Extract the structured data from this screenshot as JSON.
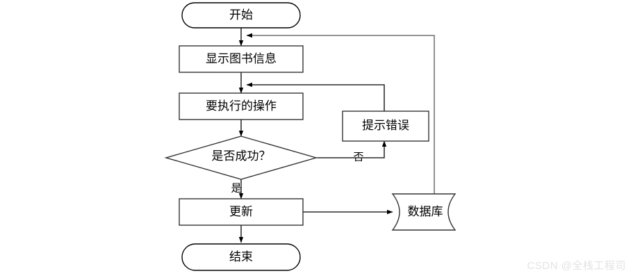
{
  "diagram": {
    "type": "flowchart",
    "title": "",
    "background_color": "#ffffff",
    "line_color": "#000000",
    "node_fill": "#ffffff",
    "node_stroke": "#333333",
    "nodes": [
      {
        "id": "start",
        "shape": "terminator",
        "label": "开始"
      },
      {
        "id": "display",
        "shape": "process",
        "label": "显示图书信息"
      },
      {
        "id": "operation",
        "shape": "process",
        "label": "要执行的操作"
      },
      {
        "id": "decision",
        "shape": "decision",
        "label": "是否成功？"
      },
      {
        "id": "error",
        "shape": "process",
        "label": "提示错误"
      },
      {
        "id": "update",
        "shape": "process",
        "label": "更新"
      },
      {
        "id": "database",
        "shape": "data-store",
        "label": "数据库"
      },
      {
        "id": "end",
        "shape": "terminator",
        "label": "结束"
      }
    ],
    "edges": [
      {
        "from": "start",
        "to": "display",
        "label": ""
      },
      {
        "from": "display",
        "to": "operation",
        "label": ""
      },
      {
        "from": "operation",
        "to": "decision",
        "label": ""
      },
      {
        "from": "decision",
        "to": "error",
        "label": "否"
      },
      {
        "from": "decision",
        "to": "update",
        "label": "是"
      },
      {
        "from": "error",
        "to": "operation",
        "label": ""
      },
      {
        "from": "update",
        "to": "database",
        "label": ""
      },
      {
        "from": "update",
        "to": "end",
        "label": ""
      },
      {
        "from": "database",
        "to": "display",
        "label": ""
      }
    ]
  },
  "watermark": {
    "text": "CSDN @全栈工程司"
  }
}
